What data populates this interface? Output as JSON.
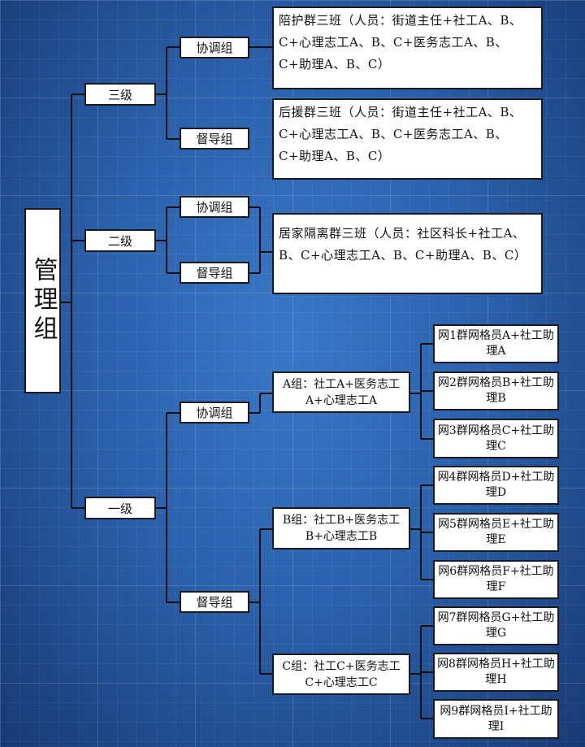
{
  "root": "管理组",
  "levels": [
    {
      "label": "三级",
      "coord": "协调组",
      "supervise": "督导组",
      "notes": [
        "陪护群三班（人员：街道主任+社工A、B、C+心理志工A、B、C+医务志工A、B、C+助理A、B、C）",
        "后援群三班（人员：街道主任+社工A、B、C+心理志工A、B、C+医务志工A、B、C+助理A、B、C）"
      ]
    },
    {
      "label": "二级",
      "coord": "协调组",
      "supervise": "督导组",
      "notes": [
        "居家隔离群三班（人员：社区科长+社工A、B、C+心理志工A、B、C+助理A、B、C）"
      ]
    },
    {
      "label": "一级",
      "coord": "协调组",
      "supervise": "督导组",
      "subgroups": [
        {
          "label": "A组：社工A+医务志工A+心理志工A",
          "grids": [
            "网1群网格员A+社工助理A",
            "网2群网格员B+社工助理B",
            "网3群网格员C+社工助理C"
          ]
        },
        {
          "label": "B组：社工B+医务志工B+心理志工B",
          "grids": [
            "网4群网格员D+社工助理D",
            "网5群网格员E+社工助理E",
            "网6群网格员F+社工助理F"
          ]
        },
        {
          "label": "C组：社工C+医务志工C+心理志工C",
          "grids": [
            "网7群网格员G+社工助理G",
            "网8群网格员H+社工助理H",
            "网9群网格员I+社工助理I"
          ]
        }
      ]
    }
  ],
  "colors": {
    "background": "#2c62ad",
    "box": "#ffffff",
    "line": "#111111"
  }
}
